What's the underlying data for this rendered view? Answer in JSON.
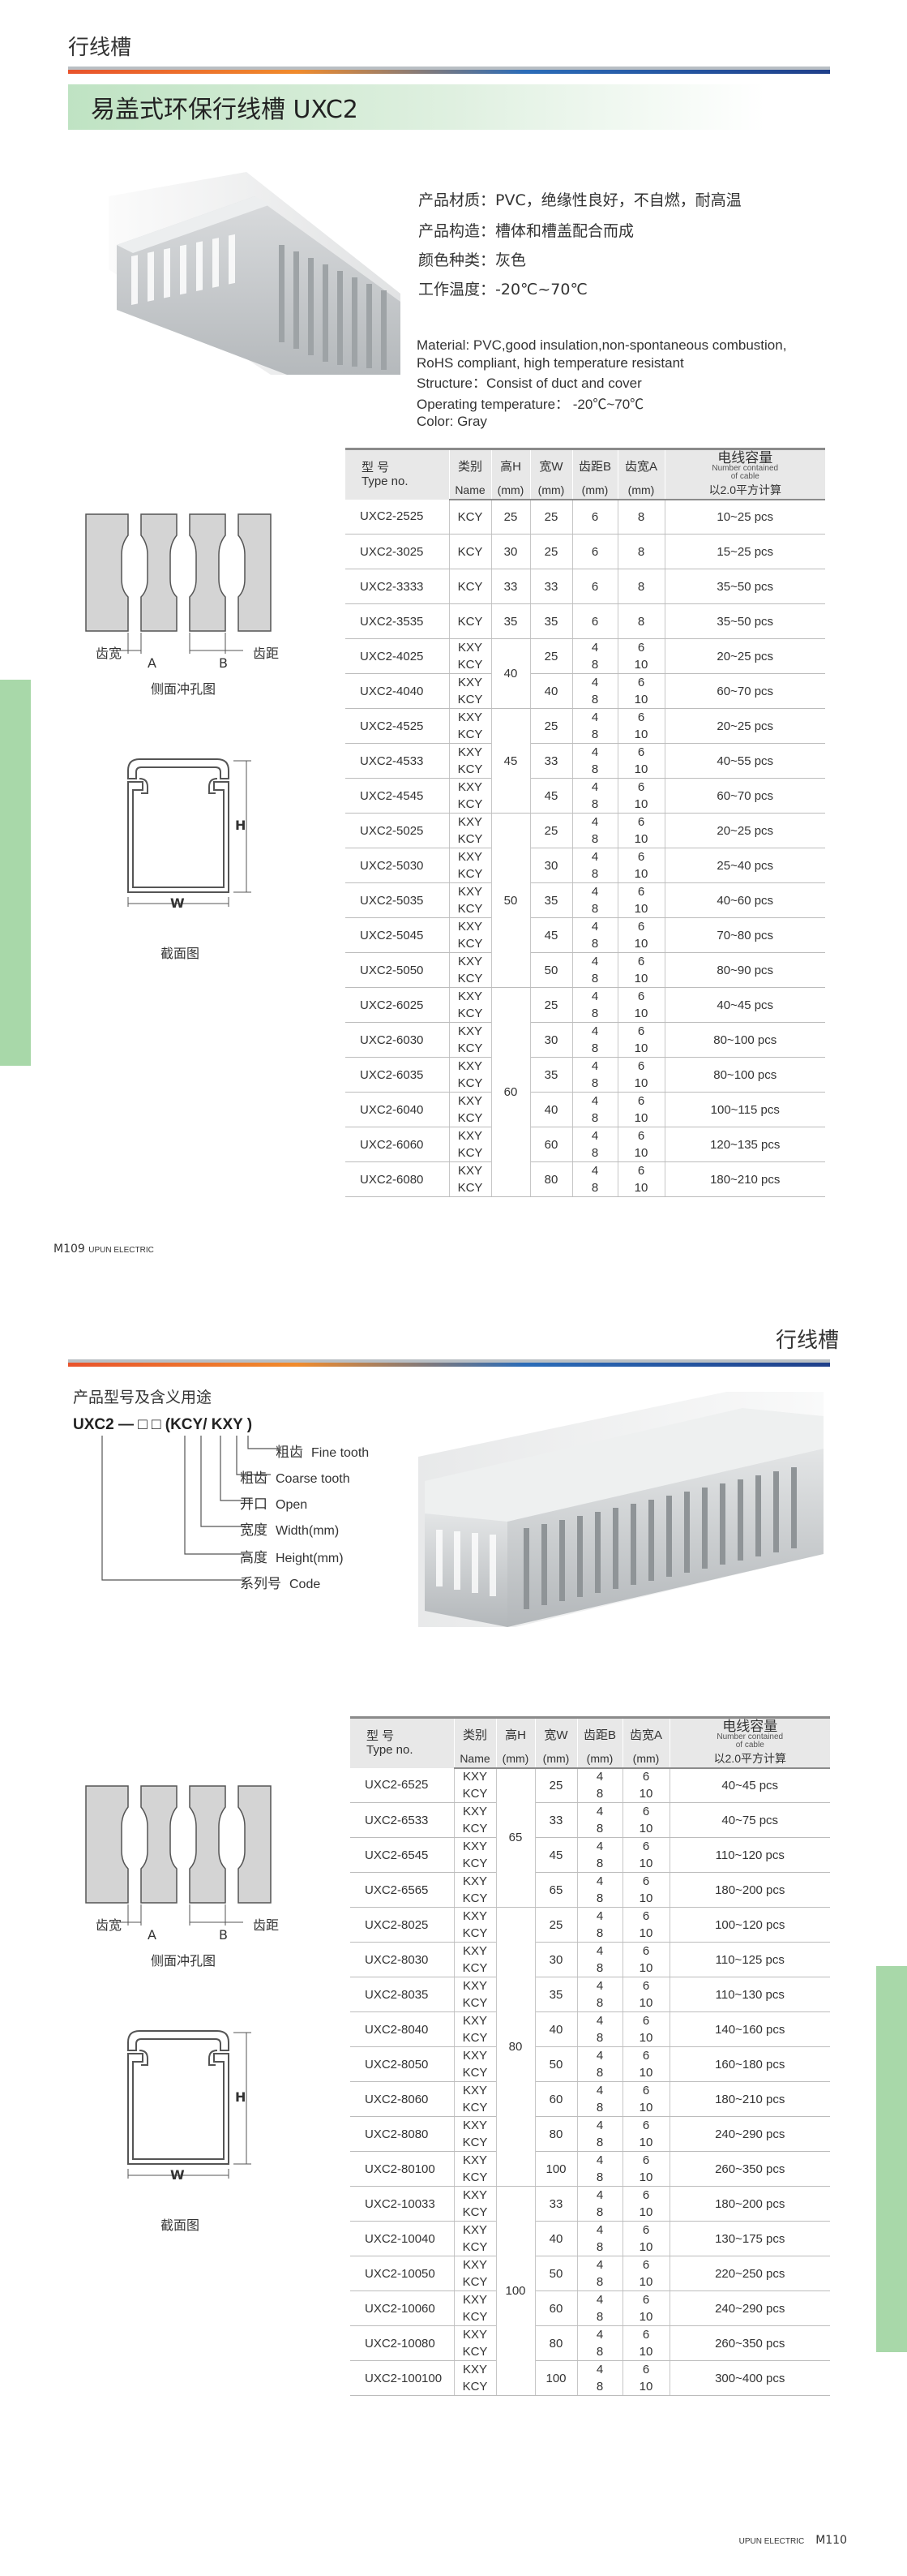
{
  "page1": {
    "section": "行线槽",
    "title": "易盖式环保行线槽  UXC2",
    "specs_cn": [
      "产品材质：PVC，绝缘性良好，不自燃，耐高温",
      "产品构造：槽体和槽盖配合而成",
      "颜色种类：灰色",
      "工作温度：-20℃~70℃"
    ],
    "specs_en": [
      "Material:   PVC,good insulation,non-spontaneous combustion,",
      "RoHS compliant,  high temperature resistant",
      "Structure：Consist of duct and cover",
      "Operating temperature：  -20℃~70℃",
      "Color:    Gray"
    ],
    "drawing_labels": {
      "tooth_width": "齿宽",
      "tooth_pitch": "齿距",
      "a": "A",
      "b": "B",
      "side_view": "侧面冲孔图",
      "h": "H",
      "w": "W",
      "section_view": "截面图"
    },
    "footer_page": "M109",
    "footer_brand": "UPUN ELECTRIC"
  },
  "page2": {
    "section": "行线槽",
    "code_heading": "产品型号及含义用途",
    "code_line": "UXC2 — □ □ (KCY/ KXY )",
    "code_items": [
      {
        "cn": "粗齿",
        "en": "Fine  tooth"
      },
      {
        "cn": "粗齿",
        "en": "Coarse tooth"
      },
      {
        "cn": "开口",
        "en": "Open"
      },
      {
        "cn": "宽度",
        "en": "Width(mm)"
      },
      {
        "cn": "高度",
        "en": "Height(mm)"
      },
      {
        "cn": "系列号",
        "en": "Code"
      }
    ],
    "drawing_labels": {
      "tooth_width": "齿宽",
      "tooth_pitch": "齿距",
      "a": "A",
      "b": "B",
      "side_view": "侧面冲孔图",
      "h": "H",
      "w": "W",
      "section_view": "截面图"
    },
    "footer_page": "M110",
    "footer_brand": "UPUN ELECTRIC"
  },
  "table_header": {
    "type_cn": "型 号",
    "type_en": "Type no.",
    "kind": "类别",
    "name": "Name",
    "height": "高H",
    "width": "宽W",
    "pitch": "齿距B",
    "tooth": "齿宽A",
    "unit": "(mm)",
    "capacity_cn": "电线容量",
    "capacity_en_1": "Number contained",
    "capacity_en_2": "of cable",
    "capacity_sub": "以2.0平方计算"
  },
  "table1": [
    {
      "model": "UXC2-2525",
      "kinds": [
        "KCY"
      ],
      "h": "25",
      "w": "25",
      "b": [
        "6"
      ],
      "a": [
        "8"
      ],
      "cap": "10~25 pcs"
    },
    {
      "model": "UXC2-3025",
      "kinds": [
        "KCY"
      ],
      "h": "30",
      "w": "25",
      "b": [
        "6"
      ],
      "a": [
        "8"
      ],
      "cap": "15~25 pcs"
    },
    {
      "model": "UXC2-3333",
      "kinds": [
        "KCY"
      ],
      "h": "33",
      "w": "33",
      "b": [
        "6"
      ],
      "a": [
        "8"
      ],
      "cap": "35~50 pcs"
    },
    {
      "model": "UXC2-3535",
      "kinds": [
        "KCY"
      ],
      "h": "35",
      "w": "35",
      "b": [
        "6"
      ],
      "a": [
        "8"
      ],
      "cap": "35~50 pcs"
    },
    {
      "model": "UXC2-4025",
      "kinds": [
        "KXY",
        "KCY"
      ],
      "h": "40",
      "w": "25",
      "b": [
        "4",
        "8"
      ],
      "a": [
        "6",
        "10"
      ],
      "cap": "20~25 pcs"
    },
    {
      "model": "UXC2-4040",
      "kinds": [
        "KXY",
        "KCY"
      ],
      "h": "",
      "w": "40",
      "b": [
        "4",
        "8"
      ],
      "a": [
        "6",
        "10"
      ],
      "cap": "60~70 pcs"
    },
    {
      "model": "UXC2-4525",
      "kinds": [
        "KXY",
        "KCY"
      ],
      "h": "45",
      "w": "25",
      "b": [
        "4",
        "8"
      ],
      "a": [
        "6",
        "10"
      ],
      "cap": "20~25 pcs"
    },
    {
      "model": "UXC2-4533",
      "kinds": [
        "KXY",
        "KCY"
      ],
      "h": "",
      "w": "33",
      "b": [
        "4",
        "8"
      ],
      "a": [
        "6",
        "10"
      ],
      "cap": "40~55 pcs"
    },
    {
      "model": "UXC2-4545",
      "kinds": [
        "KXY",
        "KCY"
      ],
      "h": "",
      "w": "45",
      "b": [
        "4",
        "8"
      ],
      "a": [
        "6",
        "10"
      ],
      "cap": "60~70 pcs"
    },
    {
      "model": "UXC2-5025",
      "kinds": [
        "KXY",
        "KCY"
      ],
      "h": "50",
      "w": "25",
      "b": [
        "4",
        "8"
      ],
      "a": [
        "6",
        "10"
      ],
      "cap": "20~25 pcs"
    },
    {
      "model": "UXC2-5030",
      "kinds": [
        "KXY",
        "KCY"
      ],
      "h": "",
      "w": "30",
      "b": [
        "4",
        "8"
      ],
      "a": [
        "6",
        "10"
      ],
      "cap": "25~40 pcs"
    },
    {
      "model": "UXC2-5035",
      "kinds": [
        "KXY",
        "KCY"
      ],
      "h": "",
      "w": "35",
      "b": [
        "4",
        "8"
      ],
      "a": [
        "6",
        "10"
      ],
      "cap": "40~60 pcs"
    },
    {
      "model": "UXC2-5045",
      "kinds": [
        "KXY",
        "KCY"
      ],
      "h": "",
      "w": "45",
      "b": [
        "4",
        "8"
      ],
      "a": [
        "6",
        "10"
      ],
      "cap": "70~80 pcs"
    },
    {
      "model": "UXC2-5050",
      "kinds": [
        "KXY",
        "KCY"
      ],
      "h": "",
      "w": "50",
      "b": [
        "4",
        "8"
      ],
      "a": [
        "6",
        "10"
      ],
      "cap": "80~90 pcs"
    },
    {
      "model": "UXC2-6025",
      "kinds": [
        "KXY",
        "KCY"
      ],
      "h": "60",
      "w": "25",
      "b": [
        "4",
        "8"
      ],
      "a": [
        "6",
        "10"
      ],
      "cap": "40~45 pcs"
    },
    {
      "model": "UXC2-6030",
      "kinds": [
        "KXY",
        "KCY"
      ],
      "h": "",
      "w": "30",
      "b": [
        "4",
        "8"
      ],
      "a": [
        "6",
        "10"
      ],
      "cap": "80~100 pcs"
    },
    {
      "model": "UXC2-6035",
      "kinds": [
        "KXY",
        "KCY"
      ],
      "h": "",
      "w": "35",
      "b": [
        "4",
        "8"
      ],
      "a": [
        "6",
        "10"
      ],
      "cap": "80~100 pcs"
    },
    {
      "model": "UXC2-6040",
      "kinds": [
        "KXY",
        "KCY"
      ],
      "h": "",
      "w": "40",
      "b": [
        "4",
        "8"
      ],
      "a": [
        "6",
        "10"
      ],
      "cap": "100~115 pcs"
    },
    {
      "model": "UXC2-6060",
      "kinds": [
        "KXY",
        "KCY"
      ],
      "h": "",
      "w": "60",
      "b": [
        "4",
        "8"
      ],
      "a": [
        "6",
        "10"
      ],
      "cap": "120~135 pcs"
    },
    {
      "model": "UXC2-6080",
      "kinds": [
        "KXY",
        "KCY"
      ],
      "h": "",
      "w": "80",
      "b": [
        "4",
        "8"
      ],
      "a": [
        "6",
        "10"
      ],
      "cap": "180~210 pcs"
    }
  ],
  "table2": [
    {
      "model": "UXC2-6525",
      "kinds": [
        "KXY",
        "KCY"
      ],
      "h": "65",
      "w": "25",
      "b": [
        "4",
        "8"
      ],
      "a": [
        "6",
        "10"
      ],
      "cap": "40~45 pcs"
    },
    {
      "model": "UXC2-6533",
      "kinds": [
        "KXY",
        "KCY"
      ],
      "h": "",
      "w": "33",
      "b": [
        "4",
        "8"
      ],
      "a": [
        "6",
        "10"
      ],
      "cap": "40~75 pcs"
    },
    {
      "model": "UXC2-6545",
      "kinds": [
        "KXY",
        "KCY"
      ],
      "h": "",
      "w": "45",
      "b": [
        "4",
        "8"
      ],
      "a": [
        "6",
        "10"
      ],
      "cap": "110~120 pcs"
    },
    {
      "model": "UXC2-6565",
      "kinds": [
        "KXY",
        "KCY"
      ],
      "h": "",
      "w": "65",
      "b": [
        "4",
        "8"
      ],
      "a": [
        "6",
        "10"
      ],
      "cap": "180~200 pcs"
    },
    {
      "model": "UXC2-8025",
      "kinds": [
        "KXY",
        "KCY"
      ],
      "h": "80",
      "w": "25",
      "b": [
        "4",
        "8"
      ],
      "a": [
        "6",
        "10"
      ],
      "cap": "100~120 pcs"
    },
    {
      "model": "UXC2-8030",
      "kinds": [
        "KXY",
        "KCY"
      ],
      "h": "",
      "w": "30",
      "b": [
        "4",
        "8"
      ],
      "a": [
        "6",
        "10"
      ],
      "cap": "110~125 pcs"
    },
    {
      "model": "UXC2-8035",
      "kinds": [
        "KXY",
        "KCY"
      ],
      "h": "",
      "w": "35",
      "b": [
        "4",
        "8"
      ],
      "a": [
        "6",
        "10"
      ],
      "cap": "110~130 pcs"
    },
    {
      "model": "UXC2-8040",
      "kinds": [
        "KXY",
        "KCY"
      ],
      "h": "",
      "w": "40",
      "b": [
        "4",
        "8"
      ],
      "a": [
        "6",
        "10"
      ],
      "cap": "140~160 pcs"
    },
    {
      "model": "UXC2-8050",
      "kinds": [
        "KXY",
        "KCY"
      ],
      "h": "",
      "w": "50",
      "b": [
        "4",
        "8"
      ],
      "a": [
        "6",
        "10"
      ],
      "cap": "160~180 pcs"
    },
    {
      "model": "UXC2-8060",
      "kinds": [
        "KXY",
        "KCY"
      ],
      "h": "",
      "w": "60",
      "b": [
        "4",
        "8"
      ],
      "a": [
        "6",
        "10"
      ],
      "cap": "180~210 pcs"
    },
    {
      "model": "UXC2-8080",
      "kinds": [
        "KXY",
        "KCY"
      ],
      "h": "",
      "w": "80",
      "b": [
        "4",
        "8"
      ],
      "a": [
        "6",
        "10"
      ],
      "cap": "240~290 pcs"
    },
    {
      "model": "UXC2-80100",
      "kinds": [
        "KXY",
        "KCY"
      ],
      "h": "",
      "w": "100",
      "b": [
        "4",
        "8"
      ],
      "a": [
        "6",
        "10"
      ],
      "cap": "260~350 pcs"
    },
    {
      "model": "UXC2-10033",
      "kinds": [
        "KXY",
        "KCY"
      ],
      "h": "100",
      "w": "33",
      "b": [
        "4",
        "8"
      ],
      "a": [
        "6",
        "10"
      ],
      "cap": "180~200 pcs"
    },
    {
      "model": "UXC2-10040",
      "kinds": [
        "KXY",
        "KCY"
      ],
      "h": "",
      "w": "40",
      "b": [
        "4",
        "8"
      ],
      "a": [
        "6",
        "10"
      ],
      "cap": "130~175 pcs"
    },
    {
      "model": "UXC2-10050",
      "kinds": [
        "KXY",
        "KCY"
      ],
      "h": "",
      "w": "50",
      "b": [
        "4",
        "8"
      ],
      "a": [
        "6",
        "10"
      ],
      "cap": "220~250 pcs"
    },
    {
      "model": "UXC2-10060",
      "kinds": [
        "KXY",
        "KCY"
      ],
      "h": "",
      "w": "60",
      "b": [
        "4",
        "8"
      ],
      "a": [
        "6",
        "10"
      ],
      "cap": "240~290 pcs"
    },
    {
      "model": "UXC2-10080",
      "kinds": [
        "KXY",
        "KCY"
      ],
      "h": "",
      "w": "80",
      "b": [
        "4",
        "8"
      ],
      "a": [
        "6",
        "10"
      ],
      "cap": "260~350 pcs"
    },
    {
      "model": "UXC2-100100",
      "kinds": [
        "KXY",
        "KCY"
      ],
      "h": "",
      "w": "100",
      "b": [
        "4",
        "8"
      ],
      "a": [
        "6",
        "10"
      ],
      "cap": "300~400 pcs"
    }
  ]
}
